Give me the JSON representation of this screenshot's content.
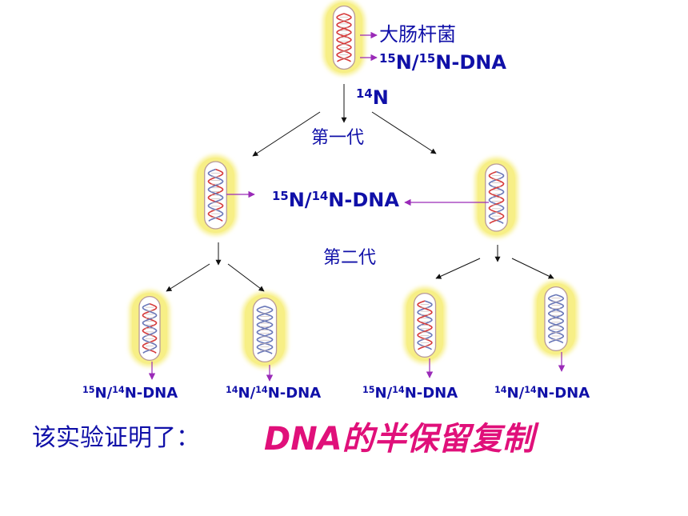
{
  "colors": {
    "label_blue": "#1010a8",
    "conclusion_pink": "#e0107a",
    "glow_yellow": "#f7ef86",
    "strand_red": "#d63a3a",
    "strand_blue": "#6a78b8",
    "pointer_purple": "#9a2ab8"
  },
  "labels": {
    "bacterium": "大肠杆菌",
    "parent_dna": {
      "a": "15",
      "b": "N/",
      "c": "15",
      "d": "N-DNA"
    },
    "medium": {
      "a": "14",
      "b": "N"
    },
    "gen1": "第一代",
    "gen1_dna": {
      "a": "15",
      "b": "N/",
      "c": "14",
      "d": "N-DNA"
    },
    "gen2": "第二代",
    "gen2_dna": [
      {
        "a": "15",
        "b": "N/",
        "c": "14",
        "d": "N-DNA"
      },
      {
        "a": "14",
        "b": "N/",
        "c": "14",
        "d": "N-DNA"
      },
      {
        "a": "15",
        "b": "N/",
        "c": "14",
        "d": "N-DNA"
      },
      {
        "a": "14",
        "b": "N/",
        "c": "14",
        "d": "N-DNA"
      }
    ]
  },
  "conclusion": {
    "label": "该实验证明了：",
    "result": "DNA的半保留复制"
  }
}
